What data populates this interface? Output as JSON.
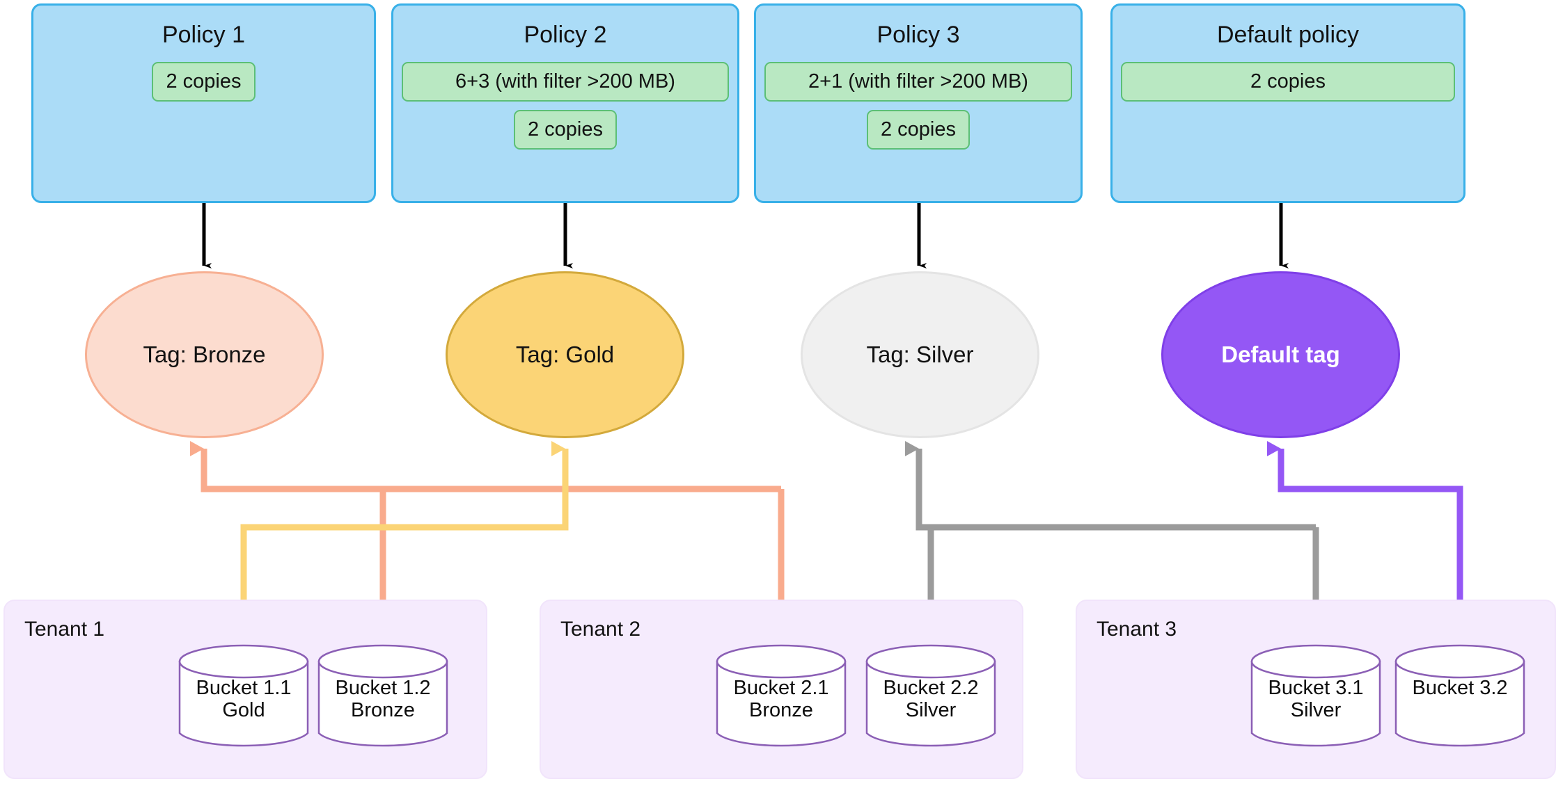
{
  "policies": [
    {
      "title": "Policy 1",
      "pills": [
        "2 copies"
      ]
    },
    {
      "title": "Policy 2",
      "pills": [
        "6+3 (with filter >200 MB)",
        "2 copies"
      ]
    },
    {
      "title": "Policy 3",
      "pills": [
        "2+1 (with filter >200 MB)",
        "2 copies"
      ]
    },
    {
      "title": "Default policy",
      "pills": [
        "2 copies"
      ]
    }
  ],
  "tags": [
    {
      "label": "Tag: Bronze",
      "fill": "#fcdccf",
      "stroke": "#f7b093",
      "text_color": "#121212",
      "bold": false
    },
    {
      "label": "Tag: Gold",
      "fill": "#fbd476",
      "stroke": "#d3a93b",
      "text_color": "#121212",
      "bold": false
    },
    {
      "label": "Tag: Silver",
      "fill": "#f0f0f0",
      "stroke": "#e2e2e2",
      "text_color": "#121212",
      "bold": false
    },
    {
      "label": "Default tag",
      "fill": "#9457f5",
      "stroke": "#7f3fe8",
      "text_color": "#ffffff",
      "bold": true
    }
  ],
  "tenants": [
    {
      "label": "Tenant 1",
      "buckets": [
        {
          "name": "Bucket 1.1",
          "tag": "Gold"
        },
        {
          "name": "Bucket 1.2",
          "tag": "Bronze"
        }
      ]
    },
    {
      "label": "Tenant 2",
      "buckets": [
        {
          "name": "Bucket 2.1",
          "tag": "Bronze"
        },
        {
          "name": "Bucket 2.2",
          "tag": "Silver"
        }
      ]
    },
    {
      "label": "Tenant 3",
      "buckets": [
        {
          "name": "Bucket 3.1",
          "tag": "Silver"
        },
        {
          "name": "Bucket 3.2",
          "tag": ""
        }
      ]
    }
  ],
  "connections": [
    {
      "from": "Policy 1",
      "to": "Tag: Bronze",
      "color": "#000000"
    },
    {
      "from": "Policy 2",
      "to": "Tag: Gold",
      "color": "#000000"
    },
    {
      "from": "Policy 3",
      "to": "Tag: Silver",
      "color": "#000000"
    },
    {
      "from": "Default policy",
      "to": "Default tag",
      "color": "#000000"
    },
    {
      "from": "Bucket 1.1",
      "to": "Tag: Gold",
      "color": "#fbd476"
    },
    {
      "from": "Bucket 1.2",
      "to": "Tag: Bronze",
      "color": "#f9ab8d"
    },
    {
      "from": "Bucket 2.1",
      "to": "Tag: Bronze",
      "color": "#f9ab8d"
    },
    {
      "from": "Bucket 2.2",
      "to": "Tag: Silver",
      "color": "#9b9b9b"
    },
    {
      "from": "Bucket 3.1",
      "to": "Tag: Silver",
      "color": "#9b9b9b"
    },
    {
      "from": "Bucket 3.2",
      "to": "Default tag",
      "color": "#9457f5"
    }
  ],
  "colors": {
    "policy_fill": "#abdcf7",
    "policy_stroke": "#38b0e8",
    "pill_fill": "#b9e8c2",
    "pill_stroke": "#5cbf76",
    "tenant_fill": "#f5ebfd",
    "bucket_stroke": "#8b5fb5",
    "bucket_fill": "#ffffff"
  }
}
